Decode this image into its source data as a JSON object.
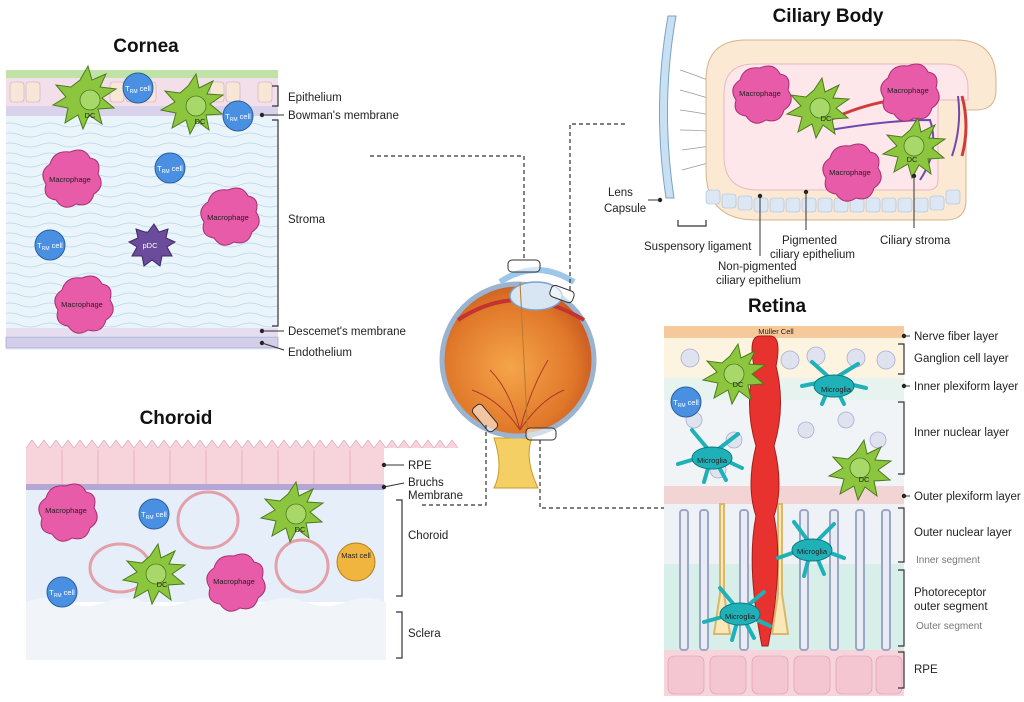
{
  "titles": {
    "cornea": "Cornea",
    "ciliary": "Ciliary Body",
    "choroid": "Choroid",
    "retina": "Retina"
  },
  "cornea_labels": {
    "epithelium": "Epithelium",
    "bowman": "Bowman's membrane",
    "stroma": "Stroma",
    "descemet": "Descemet's membrane",
    "endothelium": "Endothelium"
  },
  "ciliary_labels": {
    "lens": "Lens",
    "capsule": "Capsule",
    "suspensory": "Suspensory ligament",
    "pigmented_1": "Pigmented",
    "pigmented_2": "ciliary epithelium",
    "nonpigmented_1": "Non-pigmented",
    "nonpigmented_2": "ciliary epithelium",
    "stroma": "Ciliary stroma"
  },
  "choroid_labels": {
    "rpe": "RPE",
    "bruchs_1": "Bruchs",
    "bruchs_2": "Membrane",
    "choroid": "Choroid",
    "sclera": "Sclera"
  },
  "retina_labels": {
    "muller": "Müller Cell",
    "nerve_fiber": "Nerve fiber layer",
    "ganglion": "Ganglion cell layer",
    "inner_plexiform": "Inner plexiform layer",
    "inner_nuclear": "Inner nuclear layer",
    "outer_plexiform": "Outer plexiform layer",
    "outer_nuclear": "Outer nuclear layer",
    "inner_segment": "Inner segment",
    "photoreceptor_1": "Photoreceptor",
    "photoreceptor_2": "outer segment",
    "outer_segment": "Outer segment",
    "rpe": "RPE"
  },
  "cell_names": {
    "dc": "DC",
    "trm": "T",
    "trm_sub": "RM",
    "trm_suffix": " cell",
    "macrophage": "Macrophage",
    "pdc": "pDC",
    "mast": "Mast cell",
    "microglia": "Microglia"
  },
  "colors": {
    "macrophage": "#e85ba8",
    "dc": "#8cc63f",
    "trm": "#4a90e2",
    "pdc": "#6a4b9c",
    "microglia": "#1fb1b8",
    "mast": "#f0b53e"
  }
}
